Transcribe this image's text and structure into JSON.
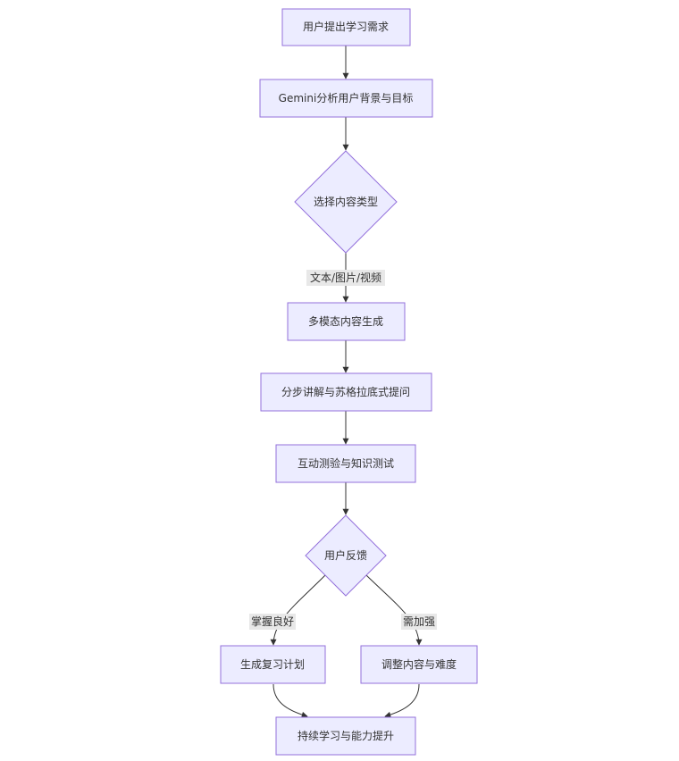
{
  "flowchart": {
    "nodes": {
      "n1": "用户提出学习需求",
      "n2": "Gemini分析用户背景与目标",
      "d1": "选择内容类型",
      "n3": "多模态内容生成",
      "n4": "分步讲解与苏格拉底式提问",
      "n5": "互动测验与知识测试",
      "d2": "用户反馈",
      "n6": "生成复习计划",
      "n7": "调整内容与难度",
      "n8": "持续学习与能力提升"
    },
    "edge_labels": {
      "d1_n3": "文本/图片/视频",
      "d2_n6": "掌握良好",
      "d2_n7": "需加强"
    }
  }
}
